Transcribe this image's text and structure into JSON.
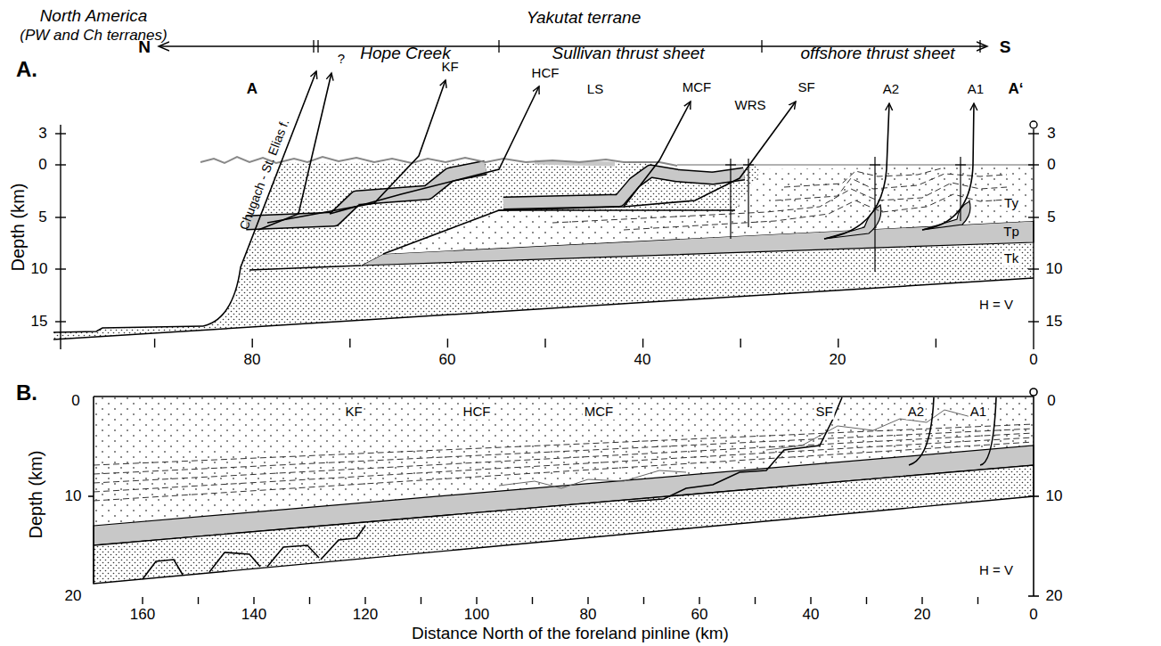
{
  "diagram": {
    "labels": [
      "A.",
      "North America",
      "(PW and Ch terranes)",
      "N",
      "Yakutat terrane",
      "Hope Creek",
      "Sullivan thrust sheet",
      "offshore thrust sheet",
      "S",
      "A",
      "A‘",
      "?",
      "KF",
      "HCF",
      "LS",
      "MCF",
      "WRS",
      "SF",
      "A2",
      "A1",
      "Chugach - St. Elias f.",
      "Ty",
      "Tp",
      "Tk",
      "H = V",
      "Depth (km)",
      "3",
      "0",
      "5",
      "10",
      "15",
      "3",
      "0",
      "5",
      "10",
      "15",
      "80",
      "60",
      "40",
      "20",
      "0",
      "B.",
      "KF",
      "HCF",
      "MCF",
      "SF",
      "A2",
      "A1",
      "H = V",
      "Depth (km)",
      "0",
      "10",
      "20",
      "0",
      "10",
      "20",
      "160",
      "140",
      "120",
      "100",
      "80",
      "60",
      "40",
      "20",
      "0",
      "Distance North of the foreland pinline (km)"
    ]
  }
}
